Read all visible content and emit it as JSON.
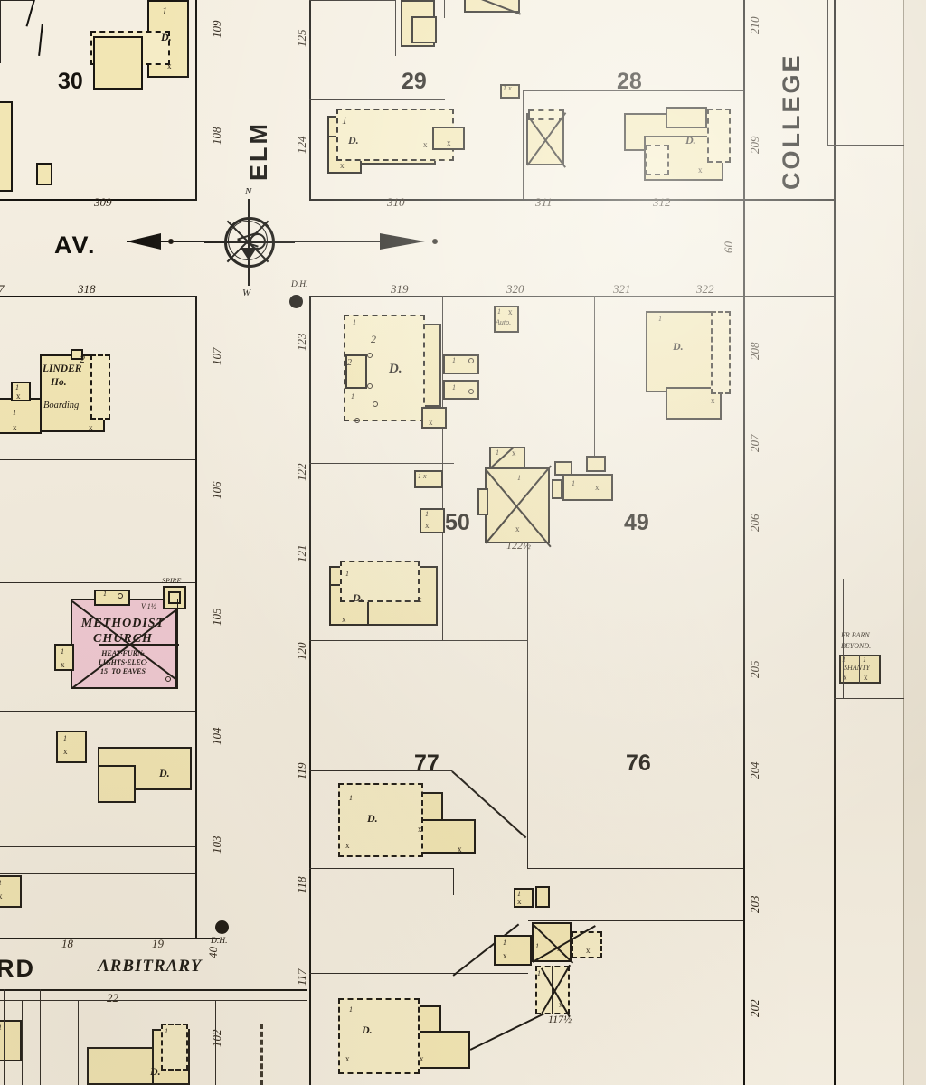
{
  "map": {
    "kind": "sanborn-fire-insurance-map",
    "paper_color": "#f4eee1",
    "building_color": "#f2e6b4",
    "masonry_color": "#f0c9d4",
    "ink_color": "#15130f"
  },
  "streets": {
    "elm": "ELM",
    "college": "COLLEGE",
    "avenue": "AV.",
    "arbitrary": "ARBITRARY",
    "third_partial": "RD",
    "college_width": "60"
  },
  "blocks": [
    {
      "id": "b30",
      "number": "30"
    },
    {
      "id": "b29",
      "number": "29"
    },
    {
      "id": "b28",
      "number": "28"
    },
    {
      "id": "b50",
      "number": "50"
    },
    {
      "id": "b49",
      "number": "49"
    },
    {
      "id": "b77",
      "number": "77"
    },
    {
      "id": "b76",
      "number": "76"
    }
  ],
  "addresses": {
    "elm_east_top": [
      "125",
      "124"
    ],
    "elm_east_lower": [
      "123",
      "122",
      "121",
      "120",
      "119",
      "118",
      "117"
    ],
    "elm_west_top": [
      "109",
      "108"
    ],
    "elm_west_lower": [
      "107",
      "106",
      "105",
      "104",
      "103",
      "102"
    ],
    "college_west": [
      "210",
      "209",
      "208",
      "207",
      "206",
      "205",
      "204",
      "203",
      "202"
    ],
    "av_north": [
      "309",
      "310",
      "311",
      "312"
    ],
    "av_south": [
      "7",
      "318",
      "319",
      "320",
      "321",
      "322"
    ],
    "arbitrary_north": [
      "18",
      "19"
    ],
    "arbitrary_label_num": "40",
    "arbitrary_south": [
      "22"
    ],
    "half_lot_122": "122½",
    "half_lot_117": "117½"
  },
  "annotations": {
    "hydrant_label": "D.H.",
    "dwelling": "D.",
    "church_name_line1": "METHODIST",
    "church_name_line2": "CHURCH",
    "church_note1": "HEAT·FURN·",
    "church_note2": "LIGHTS·ELEC·",
    "church_note3": "15' TO EAVES",
    "church_spire": "SPIRE",
    "church_spire_h": "V 1½",
    "linder_line1": "LINDER",
    "linder_line2": "Ho.",
    "linder_line3": "Boarding",
    "linder_stories": "2",
    "auto_garage": "Auto.",
    "barn_note1": "FR BARN",
    "barn_note2": "BEYOND.",
    "shanty": "SHANTY",
    "story_one": "1",
    "story_two": "2",
    "compass_north": "N",
    "compass_west": "W"
  }
}
